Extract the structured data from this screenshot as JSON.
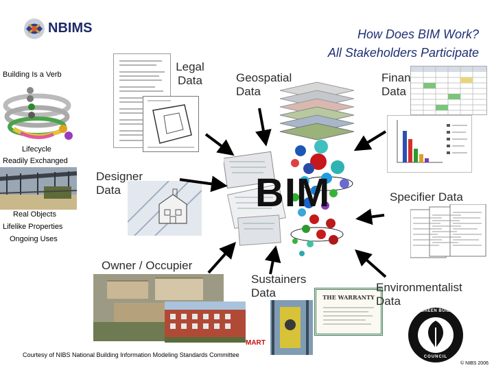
{
  "header": {
    "logo_text": "NBIMS",
    "title": "How Does BIM Work?",
    "subtitle": "All Stakeholders Participate"
  },
  "sidebar": {
    "caption_top": "Building Is a Verb",
    "caption_lifecycle_1": "Lifecycle",
    "caption_lifecycle_2": "Readily Exchanged",
    "caption_objects_1": "Real Objects",
    "caption_objects_2": "Lifelike Properties",
    "caption_objects_3": "Ongoing Uses"
  },
  "stakeholders": {
    "legal": {
      "line1": "Legal",
      "line2": "Data"
    },
    "geospatial": {
      "line1": "Geospatial",
      "line2": "Data"
    },
    "financial": {
      "line1": "Financial",
      "line2": "Data"
    },
    "designer": {
      "line1": "Designer",
      "line2": "Data"
    },
    "specifier": "Specifier Data",
    "owner": "Owner / Occupier",
    "sustainers": {
      "line1": "Sustainers",
      "line2": "Data"
    },
    "environmentalist": {
      "line1": "Environmentalist",
      "line2": "Data"
    }
  },
  "center": {
    "label": "BIM"
  },
  "badges": {
    "warranty": "THE WARRANTY",
    "smart": "MART",
    "green_building_top": "U.S. GREEN BUILDING",
    "green_building_bottom": "COUNCIL"
  },
  "footer": {
    "courtesy": "Courtesy of NIBS National Building Information Modeling Standards Committee",
    "copyright": "© NIBS 2006"
  },
  "colors": {
    "title": "#1f2f73",
    "arrow": "#000000",
    "label": "#2a2a2a"
  }
}
